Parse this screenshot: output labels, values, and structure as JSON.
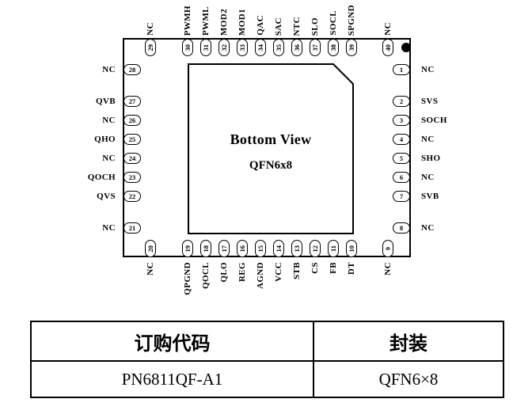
{
  "diagram": {
    "center_title": "Bottom View",
    "center_subtitle": "QFN6x8",
    "pins": {
      "top": [
        {
          "num": "29",
          "label": "NC"
        },
        {
          "num": "30",
          "label": "PWMH"
        },
        {
          "num": "31",
          "label": "PWML"
        },
        {
          "num": "32",
          "label": "MOD2"
        },
        {
          "num": "33",
          "label": "MOD1"
        },
        {
          "num": "34",
          "label": "QAC"
        },
        {
          "num": "35",
          "label": "SAC"
        },
        {
          "num": "36",
          "label": "NTC"
        },
        {
          "num": "37",
          "label": "SLO"
        },
        {
          "num": "38",
          "label": "SOCL"
        },
        {
          "num": "39",
          "label": "SPGND"
        },
        {
          "num": "40",
          "label": "NC"
        }
      ],
      "right": [
        {
          "num": "1",
          "label": "NC"
        },
        {
          "num": "2",
          "label": "SVS"
        },
        {
          "num": "3",
          "label": "SOCH"
        },
        {
          "num": "4",
          "label": "NC"
        },
        {
          "num": "5",
          "label": "SHO"
        },
        {
          "num": "6",
          "label": "NC"
        },
        {
          "num": "7",
          "label": "SVB"
        },
        {
          "num": "8",
          "label": "NC"
        }
      ],
      "left": [
        {
          "num": "28",
          "label": "NC"
        },
        {
          "num": "27",
          "label": "QVB"
        },
        {
          "num": "26",
          "label": "NC"
        },
        {
          "num": "25",
          "label": "QHO"
        },
        {
          "num": "24",
          "label": "NC"
        },
        {
          "num": "23",
          "label": "QOCH"
        },
        {
          "num": "22",
          "label": "QVS"
        },
        {
          "num": "21",
          "label": "NC"
        }
      ],
      "bottom": [
        {
          "num": "20",
          "label": "NC"
        },
        {
          "num": "19",
          "label": "QPGND"
        },
        {
          "num": "18",
          "label": "QOCL"
        },
        {
          "num": "17",
          "label": "QLO"
        },
        {
          "num": "16",
          "label": "REG"
        },
        {
          "num": "15",
          "label": "AGND"
        },
        {
          "num": "14",
          "label": "VCC"
        },
        {
          "num": "13",
          "label": "STB"
        },
        {
          "num": "12",
          "label": "CS"
        },
        {
          "num": "11",
          "label": "FB"
        },
        {
          "num": "10",
          "label": "DT"
        },
        {
          "num": "9",
          "label": "NC"
        }
      ]
    }
  },
  "table": {
    "headers": [
      "订购代码",
      "封装"
    ],
    "rows": [
      [
        "PN6811QF-A1",
        "QFN6×8"
      ]
    ]
  }
}
